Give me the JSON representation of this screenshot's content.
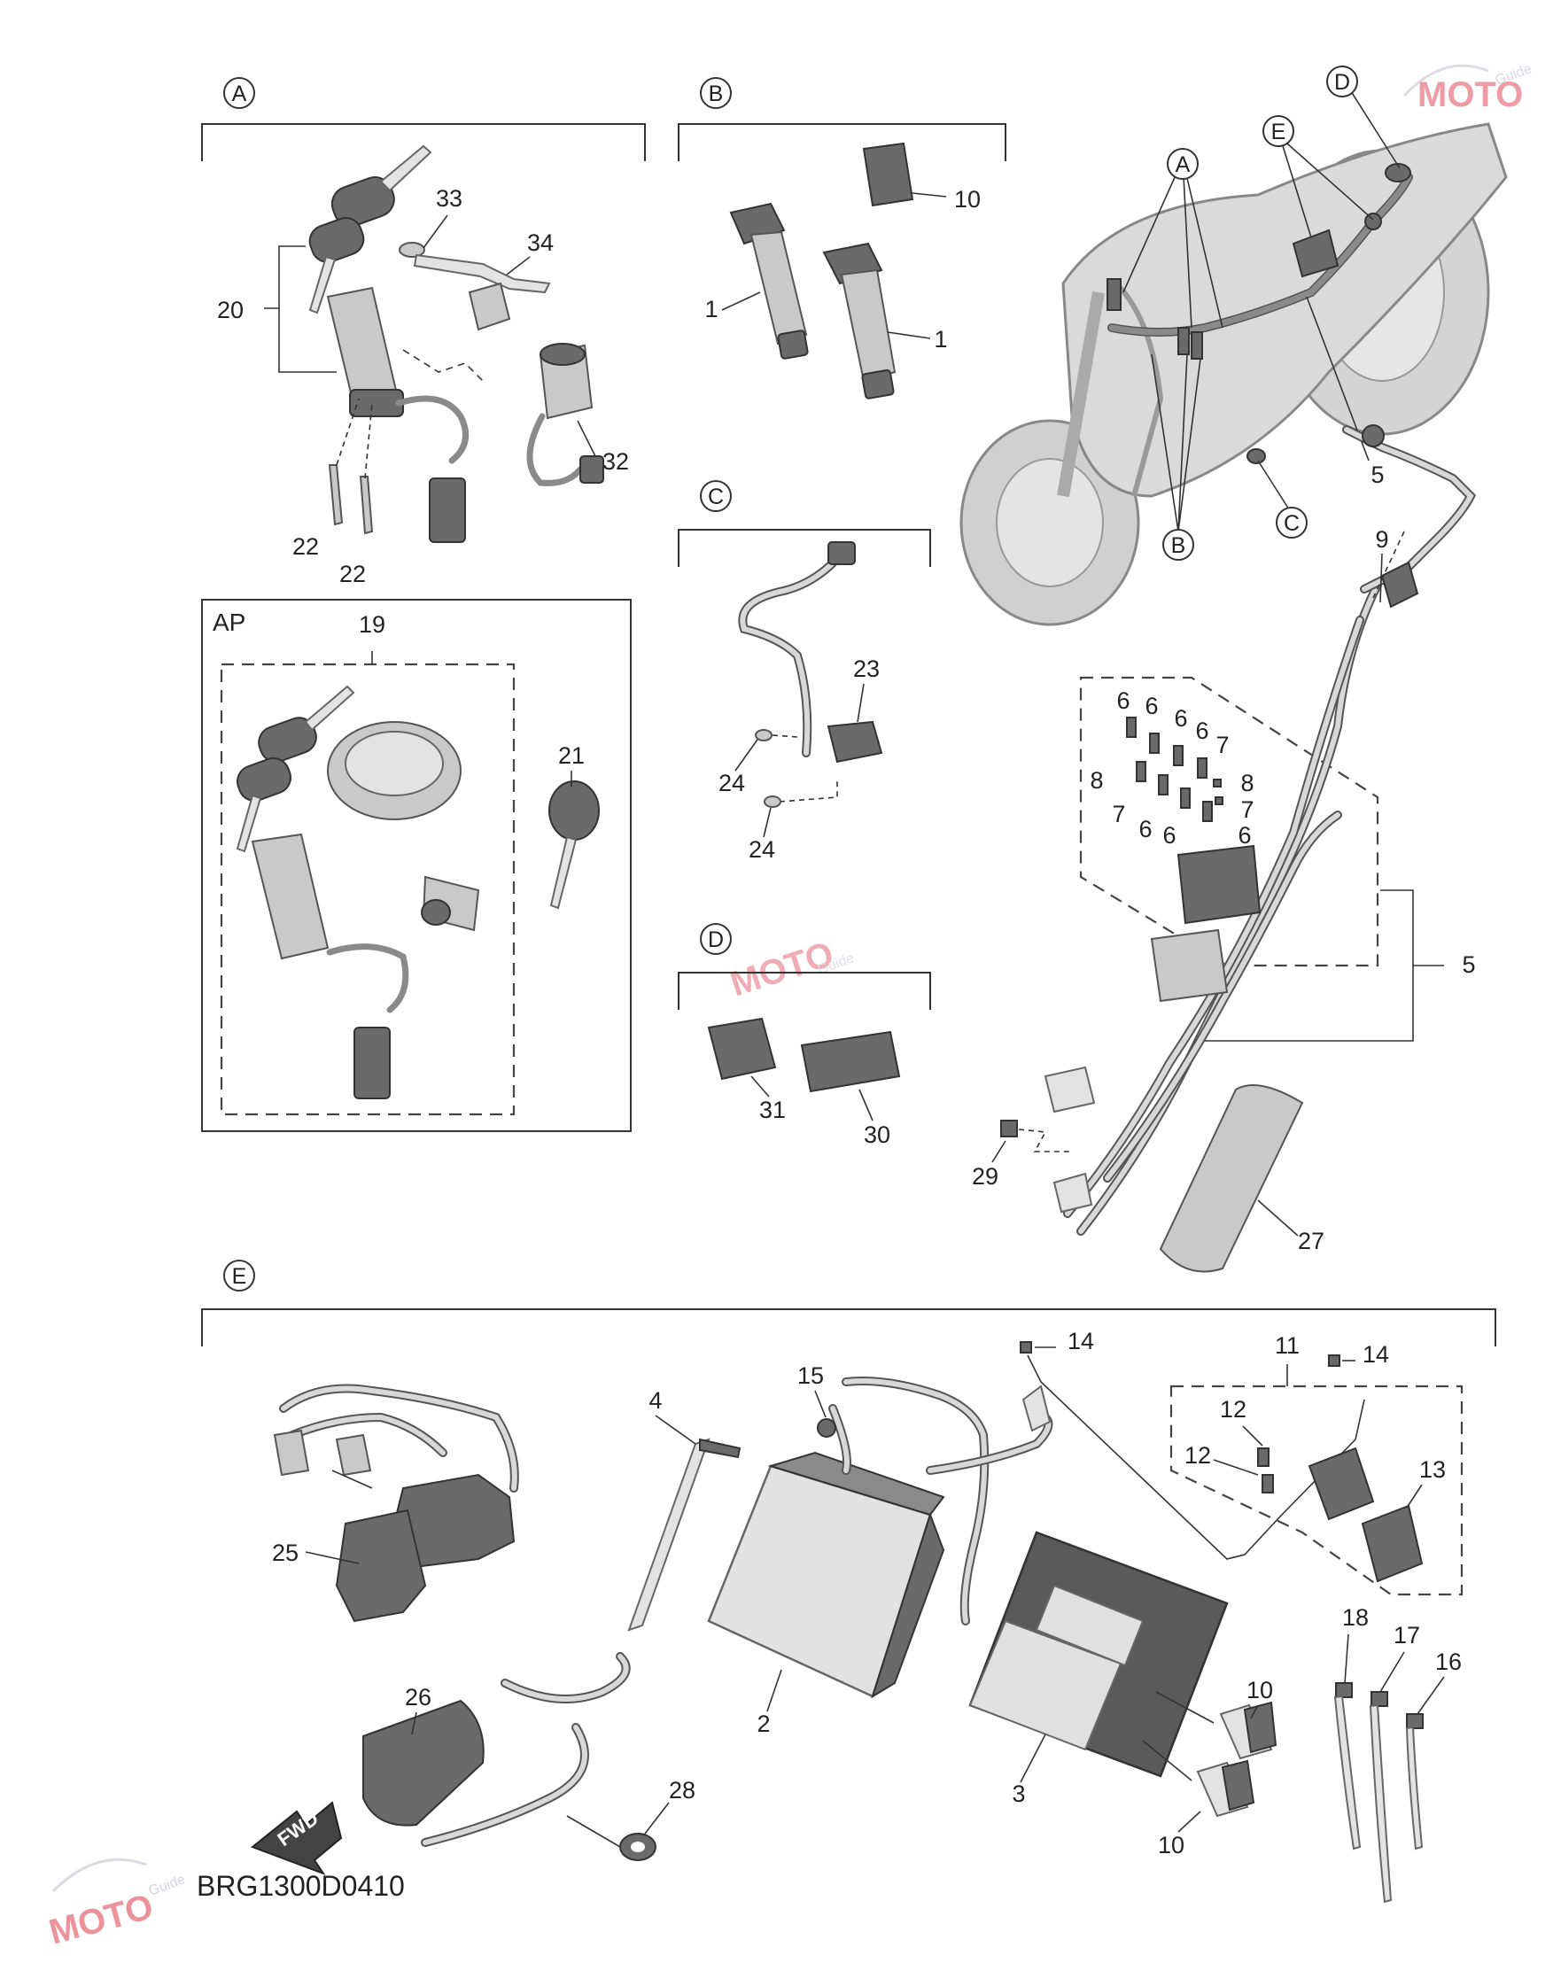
{
  "sections": {
    "A": "A",
    "B": "B",
    "C": "C",
    "D": "D",
    "E": "E"
  },
  "ap_label": "AP",
  "callouts": {
    "n1": "1",
    "n2": "2",
    "n3": "3",
    "n4": "4",
    "n5": "5",
    "n6": "6",
    "n7": "7",
    "n8": "8",
    "n9": "9",
    "n10": "10",
    "n11": "11",
    "n12": "12",
    "n13": "13",
    "n14": "14",
    "n15": "15",
    "n16": "16",
    "n17": "17",
    "n18": "18",
    "n19": "19",
    "n20": "20",
    "n21": "21",
    "n22": "22",
    "n23": "23",
    "n24": "24",
    "n25": "25",
    "n26": "26",
    "n27": "27",
    "n28": "28",
    "n29": "29",
    "n30": "30",
    "n31": "31",
    "n32": "32",
    "n33": "33",
    "n34": "34"
  },
  "fwd_label": "FWD",
  "diagram_code": "BRG1300D0410",
  "watermark": {
    "brand": "MOTO",
    "sub": "Guide"
  }
}
